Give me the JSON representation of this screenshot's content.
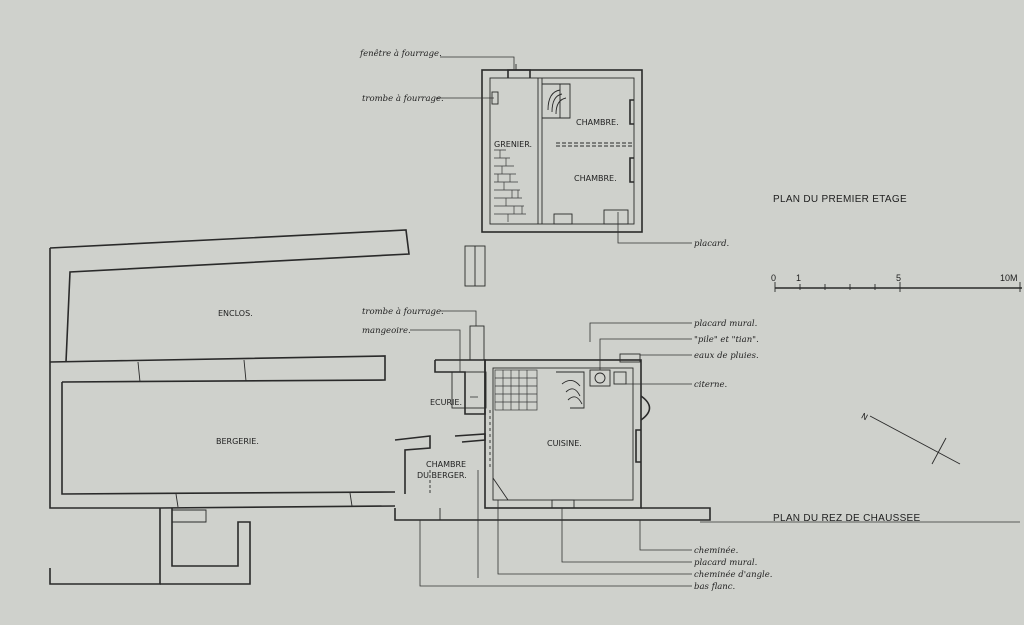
{
  "titles": {
    "upper": "PLAN DU PREMIER ETAGE",
    "ground": "PLAN DU REZ DE CHAUSSEE"
  },
  "scale": {
    "ticks": [
      "0",
      "1",
      "5",
      "10M"
    ]
  },
  "rooms": {
    "grenier": "GRENIER.",
    "chambre1": "CHAMBRE.",
    "chambre2": "CHAMBRE.",
    "enclos": "ENCLOS.",
    "bergerie": "BERGERIE.",
    "ecurie": "ECURIE.",
    "chambre_berger_1": "CHAMBRE",
    "chambre_berger_2": "DU   BERGER.",
    "cuisine": "CUISINE."
  },
  "annotations": {
    "fenetre": "fenêtre à fourrage.",
    "trombe_upper": "trombe à fourrage.",
    "placard_upper": "placard.",
    "trombe_ground": "trombe à fourrage.",
    "mangeoire": "mangeoire.",
    "placard_mural_top": "placard mural.",
    "pile": "\"pile\" et \"tian\".",
    "eaux": "eaux de pluies.",
    "citerne": "citerne.",
    "cheminee": "cheminée.",
    "placard_mural_bottom": "placard mural.",
    "cheminee_angle": "cheminée d'angle.",
    "bas_flanc": "bas flanc."
  },
  "north_label": "N"
}
